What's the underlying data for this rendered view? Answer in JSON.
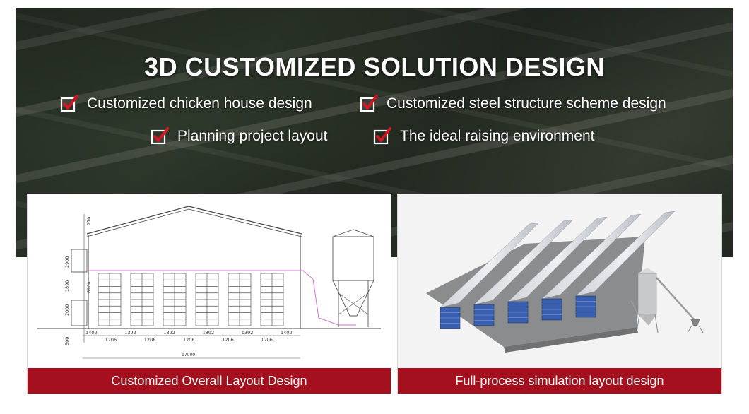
{
  "hero": {
    "title": "3D CUSTOMIZED SOLUTION DESIGN",
    "features": [
      "Customized chicken house design",
      "Customized steel structure scheme design",
      "Planning project layout",
      "The ideal raising environment"
    ],
    "check_icon": "checkbox-check-icon",
    "accent_color": "#c0101e"
  },
  "drawing": {
    "heights": [
      "270",
      "2900",
      "1890",
      "6900",
      "2000",
      "500"
    ],
    "widths": [
      "1402",
      "1206",
      "1392",
      "1206",
      "1392",
      "1206",
      "1392",
      "1206",
      "1392",
      "1206",
      "1402"
    ],
    "total": "17000"
  },
  "cards": {
    "left_caption": "Customized Overall Layout Design",
    "right_caption": "Full-process simulation layout design"
  },
  "colors": {
    "caption_bg": "#a4101e",
    "frame_blue": "#3a5fb0"
  }
}
